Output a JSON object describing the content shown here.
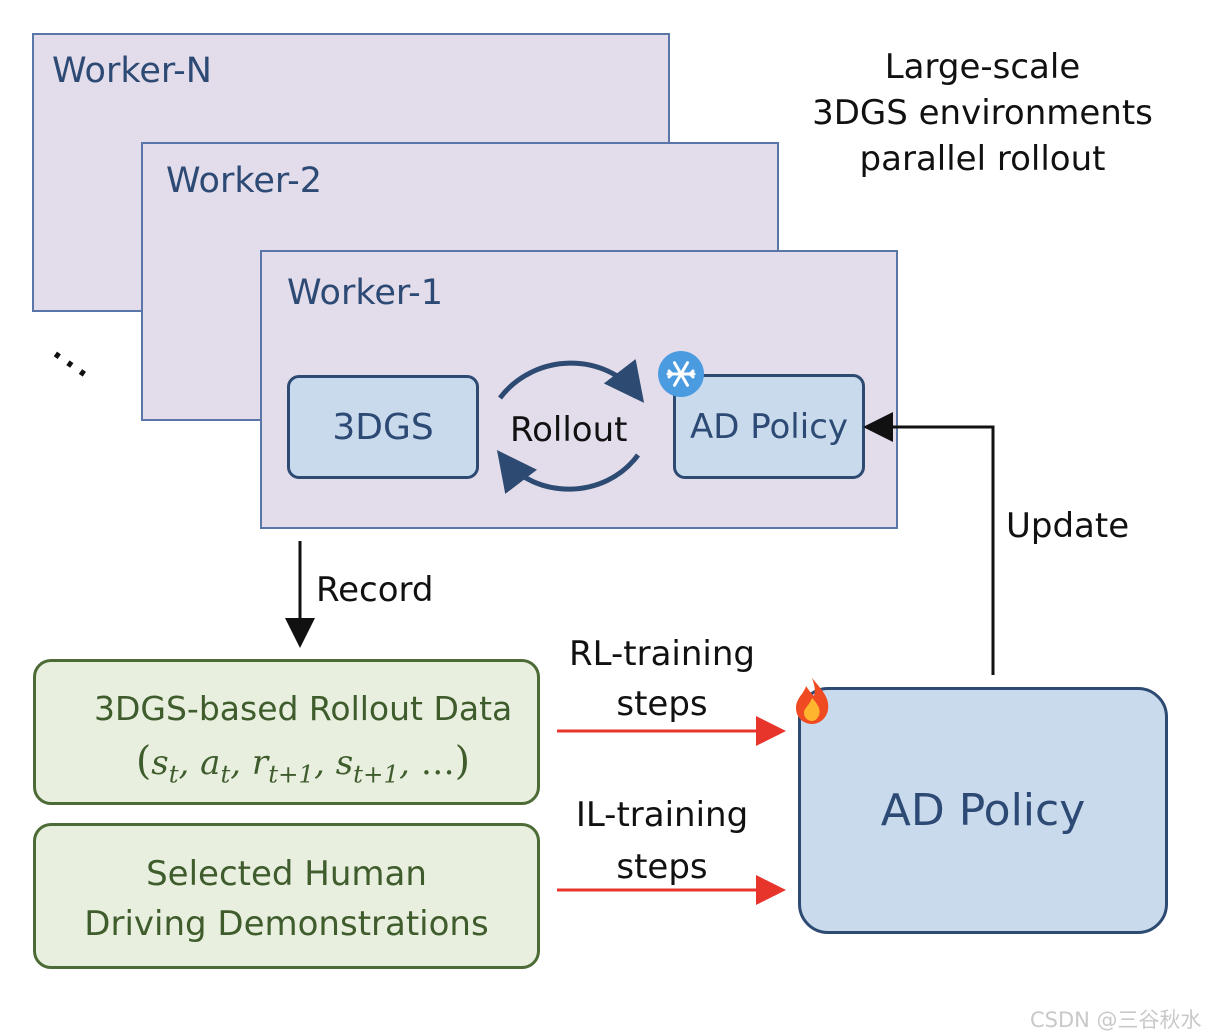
{
  "title": {
    "lines": [
      "Large-scale",
      "3DGS environments",
      "parallel rollout"
    ]
  },
  "workers": [
    {
      "label": "Worker-N"
    },
    {
      "label": "Worker-2"
    },
    {
      "label": "Worker-1"
    }
  ],
  "ellipsis": "…",
  "worker1": {
    "env_box": "3DGS",
    "loop_label": "Rollout",
    "policy_box": "AD Policy",
    "frozen_icon": "snowflake-icon"
  },
  "edges": {
    "record": "Record",
    "update": "Update",
    "rl": {
      "line1": "RL-training",
      "line2": "steps"
    },
    "il": {
      "line1": "IL-training",
      "line2": "steps"
    }
  },
  "rollout_data": {
    "title": "3DGS-based Rollout Data",
    "tuple": {
      "open": "(",
      "s": "s",
      "t": "t",
      "a": "a",
      "r": "r",
      "t1": "t+1",
      "comma": ",",
      "dots": "…",
      "close": ")"
    }
  },
  "demonstrations": {
    "line1": "Selected Human",
    "line2": "Driving Demonstrations"
  },
  "ad_policy_main": {
    "label": "AD Policy",
    "trainable_icon": "fire-icon"
  },
  "watermark": "CSDN @三谷秋水",
  "colors": {
    "worker_fill": "#e3dcea",
    "worker_border": "#5a76a8",
    "box_fill": "#c9daed",
    "box_border": "#2c4a72",
    "green_fill": "#e8efdf",
    "green_border": "#4c6b36",
    "training_arrow": "#e8352b"
  }
}
